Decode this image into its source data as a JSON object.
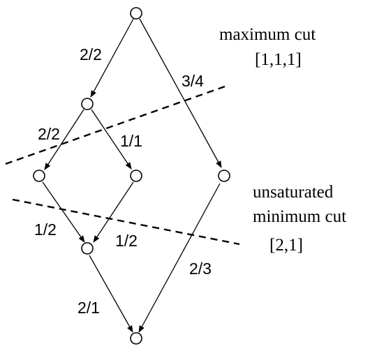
{
  "edges": [
    {
      "id": "top-left",
      "label": "2/2"
    },
    {
      "id": "top-right",
      "label": "3/4"
    },
    {
      "id": "mid-to-left",
      "label": "2/2"
    },
    {
      "id": "mid-to-right",
      "label": "1/1"
    },
    {
      "id": "left-to-lower",
      "label": "1/2"
    },
    {
      "id": "right-to-lower",
      "label": "1/2"
    },
    {
      "id": "far-right-to-bottom",
      "label": "2/3"
    },
    {
      "id": "lower-to-bottom",
      "label": "2/1"
    }
  ],
  "cuts": {
    "maximum": {
      "title": "maximum cut",
      "value": "[1,1,1]"
    },
    "minimum": {
      "title_line1": "unsaturated",
      "title_line2": "minimum cut",
      "value": "[2,1]"
    }
  }
}
